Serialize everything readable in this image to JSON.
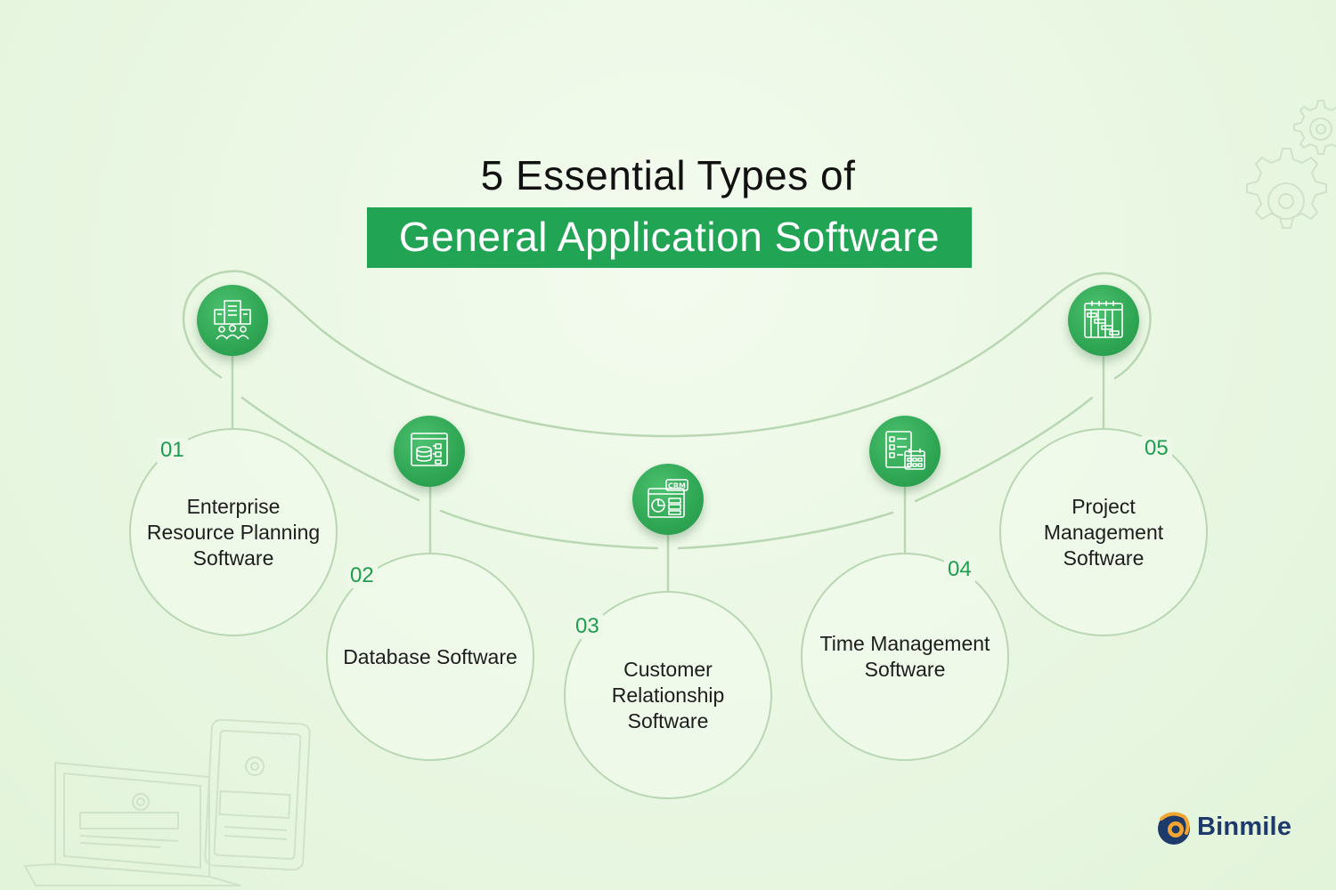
{
  "title": {
    "line1": "5 Essential Types of",
    "line2": "General Application Software"
  },
  "items": [
    {
      "number": "01",
      "label": "Enterprise Resource Planning Software",
      "icon": "building-team-icon"
    },
    {
      "number": "02",
      "label": "Database Software",
      "icon": "database-icon"
    },
    {
      "number": "03",
      "label": "Customer Relationship Software",
      "icon": "crm-icon"
    },
    {
      "number": "04",
      "label": "Time Management Software",
      "icon": "checklist-calendar-icon"
    },
    {
      "number": "05",
      "label": "Project Management Software",
      "icon": "gantt-chart-icon"
    }
  ],
  "brand": {
    "name": "Binmile"
  },
  "colors": {
    "accent": "#22a455",
    "number": "#1f9d4f",
    "line": "#b9d7b3",
    "brand": "#1e3a6b"
  },
  "decorations": [
    "gear-icon",
    "laptop-illustration",
    "tablet-illustration"
  ]
}
